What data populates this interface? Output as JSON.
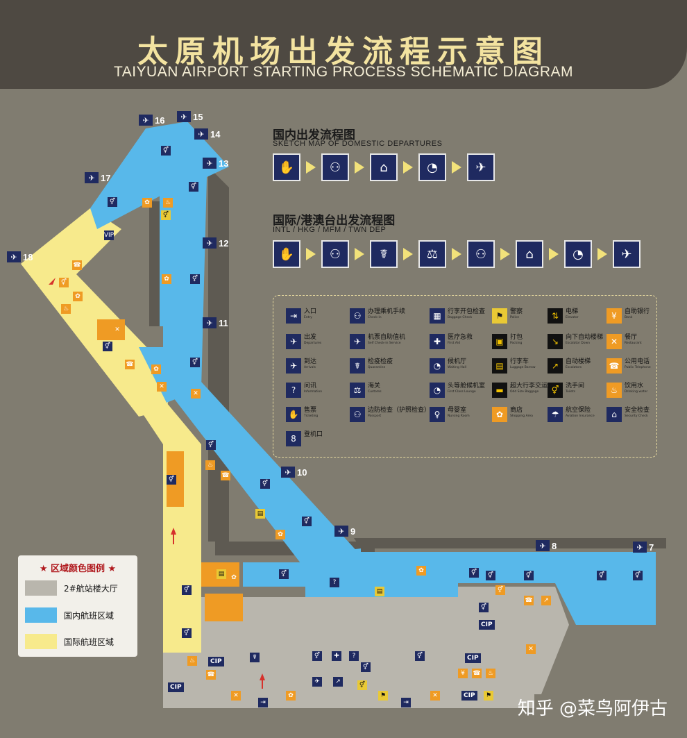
{
  "header": {
    "title_cn": "太原机场出发流程示意图",
    "title_en": "TAIYUAN AIRPORT STARTING PROCESS SCHEMATIC DIAGRAM"
  },
  "domestic_flow": {
    "title": "国内出发流程图",
    "subtitle": "SKETCH MAP OF DOMESTIC DEPARTURES",
    "steps": [
      "ticket-hand-icon",
      "checkin-counter-icon",
      "security-gate-icon",
      "waiting-hall-icon",
      "departure-plane-icon"
    ]
  },
  "intl_flow": {
    "title": "国际/港澳台出发流程图",
    "subtitle": "INTL / HKG / MFM / TWN  DEP",
    "steps": [
      "ticket-hand-icon",
      "checkin-counter-icon",
      "quarantine-icon",
      "customs-icon",
      "passport-control-icon",
      "security-gate-icon",
      "waiting-hall-icon",
      "departure-plane-icon"
    ]
  },
  "legend": {
    "items": [
      {
        "cn": "入口",
        "en": "Entry",
        "style": "navy",
        "glyph": "⇥"
      },
      {
        "cn": "办理乘机手续",
        "en": "Check-in",
        "style": "navy",
        "glyph": "⚇"
      },
      {
        "cn": "行李开包检查",
        "en": "Baggage Check",
        "style": "navy",
        "glyph": "▦"
      },
      {
        "cn": "警察",
        "en": "Police",
        "style": "yellow",
        "glyph": "⚑"
      },
      {
        "cn": "电梯",
        "en": "Elevator",
        "style": "black",
        "glyph": "⇅"
      },
      {
        "cn": "自助银行",
        "en": "Bank",
        "style": "orange",
        "glyph": "¥"
      },
      {
        "cn": "出发",
        "en": "Departures",
        "style": "navy",
        "glyph": "✈"
      },
      {
        "cn": "机票自助值机",
        "en": "Self Check-in Service",
        "style": "navy",
        "glyph": "✈"
      },
      {
        "cn": "医疗急救",
        "en": "First Aid",
        "style": "navy",
        "glyph": "✚"
      },
      {
        "cn": "打包",
        "en": "Packing",
        "style": "black",
        "glyph": "▣"
      },
      {
        "cn": "向下自动楼梯",
        "en": "Escalator Down",
        "style": "black",
        "glyph": "↘"
      },
      {
        "cn": "餐厅",
        "en": "Restaurant",
        "style": "orange",
        "glyph": "✕"
      },
      {
        "cn": "到达",
        "en": "Arrivals",
        "style": "navy",
        "glyph": "✈"
      },
      {
        "cn": "检疫检疫",
        "en": "Quarantine",
        "style": "navy",
        "glyph": "☤"
      },
      {
        "cn": "候机厅",
        "en": "Waiting Hall",
        "style": "navy",
        "glyph": "◔"
      },
      {
        "cn": "行李车",
        "en": "Luggage Barrow",
        "style": "black",
        "glyph": "▤"
      },
      {
        "cn": "自动楼梯",
        "en": "Escalators",
        "style": "black",
        "glyph": "↗"
      },
      {
        "cn": "公用电话",
        "en": "Public Telephone",
        "style": "orange",
        "glyph": "☎"
      },
      {
        "cn": "问讯",
        "en": "Information",
        "style": "navy",
        "glyph": "?"
      },
      {
        "cn": "海关",
        "en": "Customs",
        "style": "navy",
        "glyph": "⚖"
      },
      {
        "cn": "头等舱候机室",
        "en": "First Class Lounge",
        "style": "navy",
        "glyph": "◔"
      },
      {
        "cn": "超大行李交运",
        "en": "Odd Size Baggage",
        "style": "black",
        "glyph": "▬"
      },
      {
        "cn": "洗手间",
        "en": "Toilets",
        "style": "black",
        "glyph": "⚥"
      },
      {
        "cn": "饮用水",
        "en": "Drinking water",
        "style": "orange",
        "glyph": "♨"
      },
      {
        "cn": "售票",
        "en": "Ticketing",
        "style": "navy",
        "glyph": "✋"
      },
      {
        "cn": "边防检查（护照检查）",
        "en": "Passport",
        "style": "navy",
        "glyph": "⚇"
      },
      {
        "cn": "母婴室",
        "en": "Nursing Room",
        "style": "navy",
        "glyph": "♀"
      },
      {
        "cn": "商店",
        "en": "Shopping Area",
        "style": "orange",
        "glyph": "✿"
      },
      {
        "cn": "航空保险",
        "en": "Aviation Insurance",
        "style": "navy",
        "glyph": "☂"
      },
      {
        "cn": "安全检查",
        "en": "Security Check",
        "style": "navy",
        "glyph": "⌂"
      },
      {
        "cn": "登机口",
        "en": "",
        "style": "navy",
        "glyph": "8"
      }
    ]
  },
  "zone_legend": {
    "title": "★ 区域颜色图例 ★",
    "zones": [
      {
        "label": "2#航站楼大厅",
        "color": "#b9b6ad"
      },
      {
        "label": "国内航班区域",
        "color": "#58b8ea"
      },
      {
        "label": "国际航班区域",
        "color": "#f7ea8c"
      }
    ]
  },
  "gates": [
    "16",
    "15",
    "14",
    "13",
    "17",
    "12",
    "18",
    "11",
    "10",
    "9",
    "8",
    "7"
  ],
  "cip_label": "CIP",
  "vip_label": "VIP",
  "watermark": "知乎 @菜鸟阿伊古",
  "colors": {
    "domestic": "#58b8ea",
    "international": "#f7ea8c",
    "hall": "#b9b6ad",
    "wall": "#5e5a52",
    "navy": "#1f2a60",
    "orange": "#ef9b24"
  }
}
